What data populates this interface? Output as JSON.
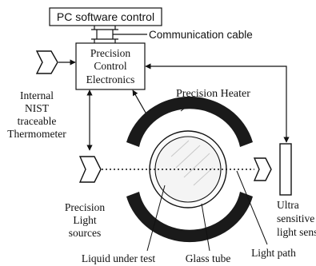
{
  "diagram": {
    "pc_box_label": "PC software control",
    "cable_label": "Communication cable",
    "electronics_lines": [
      "Precision",
      "Control",
      "Electronics"
    ],
    "heater_label": "Precision Heater",
    "thermometer_lines": [
      "Internal",
      "NIST",
      "traceable",
      "Thermometer"
    ],
    "light_source_lines": [
      "Precision",
      "Light",
      "sources"
    ],
    "sensor_lines": [
      "Ultra",
      "sensitive",
      "light sensor"
    ],
    "liquid_label": "Liquid under test",
    "glass_tube_label": "Glass tube",
    "light_path_label": "Light path"
  },
  "colors": {
    "ink": "#111111",
    "heater": "#1a1a1a",
    "background": "#ffffff"
  }
}
